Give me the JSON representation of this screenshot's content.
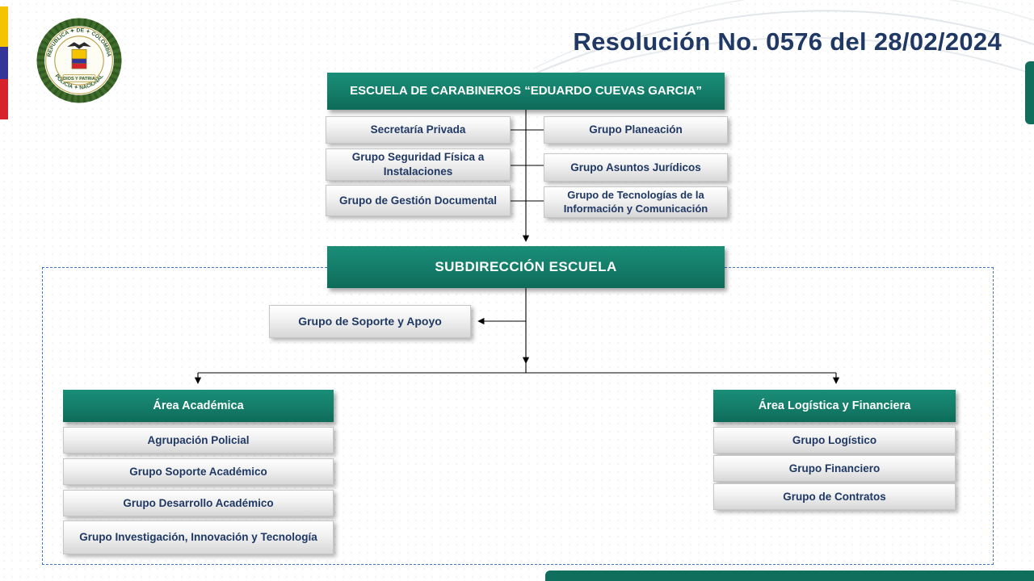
{
  "title": "Resolución No. 0576 del 28/02/2024",
  "logo": {
    "label": "Policía Nacional de Colombia emblem",
    "ring_top": "REPUBLICA ✦ DE ✦ COLOMBIA",
    "ring_bottom": "POLICIA ✦ NACIONAL",
    "motto": "DIOS Y PATRIA"
  },
  "org": {
    "root": "ESCUELA DE CARABINEROS “EDUARDO CUEVAS GARCIA”",
    "staff_left": [
      "Secretaría Privada",
      "Grupo Seguridad Física a Instalaciones",
      "Grupo de Gestión Documental"
    ],
    "staff_right": [
      "Grupo Planeación",
      "Grupo Asuntos Jurídicos",
      "Grupo de Tecnologías de la Información y Comunicación"
    ],
    "subdireccion": "SUBDIRECCIÓN ESCUELA",
    "support": "Grupo de Soporte y Apoyo",
    "area_academica": {
      "title": "Área Académica",
      "items": [
        "Agrupación Policial",
        "Grupo Soporte Académico",
        "Grupo Desarrollo Académico",
        "Grupo Investigación, Innovación y Tecnología"
      ]
    },
    "area_logistica": {
      "title": "Área Logística y Financiera",
      "items": [
        "Grupo Logístico",
        "Grupo Financiero",
        "Grupo de Contratos"
      ]
    }
  },
  "colors": {
    "teal": "#15806C",
    "title_blue": "#1F3864",
    "dashed_border": "#4472C4",
    "flag_yellow": "#F5C400",
    "flag_blue": "#34349B",
    "flag_red": "#D6232B",
    "box_text": "#1F3864"
  }
}
